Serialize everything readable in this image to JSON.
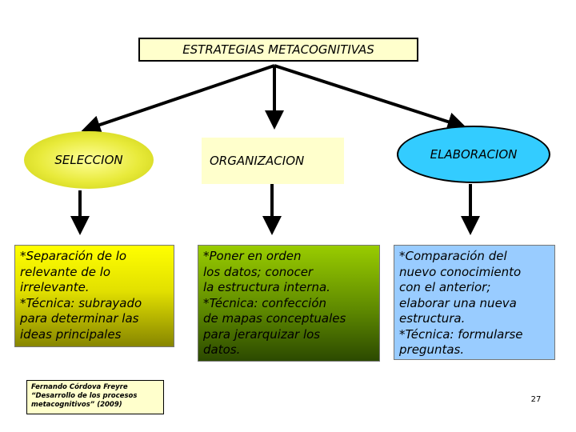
{
  "title": "ESTRATEGIAS METACOGNITIVAS",
  "branches": [
    {
      "name": "SELECCION",
      "description": "*Separación de lo\nrelevante de lo\nirrelevante.\n*Técnica: subrayado\npara determinar las\nideas principales"
    },
    {
      "name": "ORGANIZACION",
      "description": "*Poner en orden\nlos datos; conocer\nla estructura interna.\n*Técnica: confección\nde mapas conceptuales\npara jerarquizar los\ndatos."
    },
    {
      "name": "ELABORACION",
      "description": "*Comparación del\nnuevo conocimiento\ncon el anterior;\nelaborar una nueva\nestructura.\n*Técnica: formularse\npreguntas."
    }
  ],
  "citation": "Fernando Córdova Freyre\n“Desarrollo de los procesos\nmetacognitivos” (2009)",
  "page_number": "27",
  "colors": {
    "seleccion_fill": "#e8ea3a",
    "organizacion_fill": "#5f8a00",
    "elaboracion_fill": "#33ccff",
    "elaboracion_desc_fill": "#99ccff",
    "title_fill": "#ffffcc"
  }
}
